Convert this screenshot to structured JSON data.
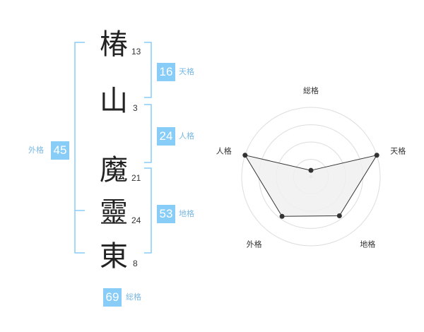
{
  "colors": {
    "accent": "#88ccf8",
    "accent_text": "#7ab8e2",
    "bracket": "#88ccf8",
    "radar_fill": "#f0f0f0",
    "radar_line": "#333333",
    "ring": "#dddddd"
  },
  "name": {
    "characters": [
      {
        "char": "椿",
        "strokes": "13"
      },
      {
        "char": "山",
        "strokes": "3"
      },
      {
        "char": "魔",
        "strokes": "21"
      },
      {
        "char": "靈",
        "strokes": "24"
      },
      {
        "char": "東",
        "strokes": "8"
      }
    ]
  },
  "kaku": {
    "tenkaku": {
      "value": "16",
      "label": "天格"
    },
    "jinkaku": {
      "value": "24",
      "label": "人格"
    },
    "chikaku": {
      "value": "53",
      "label": "地格"
    },
    "gaikaku": {
      "value": "45",
      "label": "外格"
    },
    "soukaku": {
      "value": "69",
      "label": "総格"
    }
  },
  "chart_data": {
    "type": "radar",
    "axes": [
      "総格",
      "天格",
      "地格",
      "外格",
      "人格"
    ],
    "values": [
      0.09,
      1.0,
      0.7,
      0.71,
      1.0
    ],
    "range": [
      0,
      1
    ],
    "rings": 4
  }
}
